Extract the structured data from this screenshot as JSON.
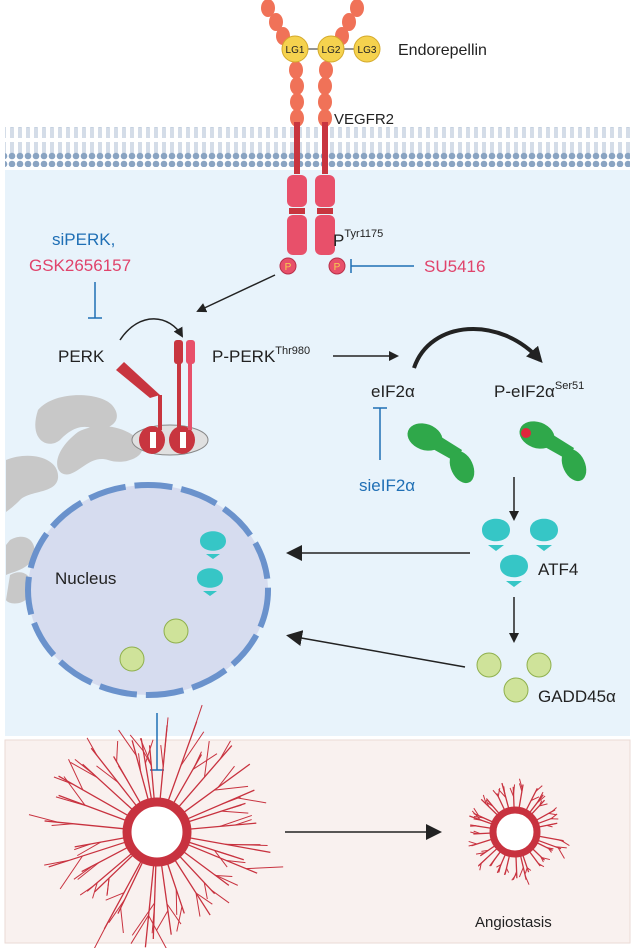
{
  "labels": {
    "endorepellin": "Endorepellin",
    "lg1": "LG1",
    "lg2": "LG2",
    "lg3": "LG3",
    "vegfr2": "VEGFR2",
    "p_base": "P",
    "p_sup": "Tyr1175",
    "p_circle": "P",
    "su5416": "SU5416",
    "siperk": "siPERK,",
    "gsk": "GSK2656157",
    "perk": "PERK",
    "pperk_base": "P-PERK",
    "pperk_sup": "Thr980",
    "eif2a": "eIF2α",
    "peif2a_base": "P-eIF2α",
    "peif2a_sup": "Ser51",
    "sieif2a": "sieIF2α",
    "atf4": "ATF4",
    "gadd45a": "GADD45α",
    "nucleus": "Nucleus",
    "angiostasis": "Angiostasis"
  },
  "colors": {
    "receptor": "#f07258",
    "receptor_dark": "#c8353f",
    "kinase": "#e8506a",
    "lg_fill": "#f5d24e",
    "membrane": "#8aa4c2",
    "cell_bg": "#e8f3fb",
    "bottom_bg": "#f9f1ef",
    "nucleus_fill": "#d6dcef",
    "nucleus_border": "#6a92cc",
    "atf4": "#36c6c6",
    "gadd": "#cfe39a",
    "eif": "#2fa84a",
    "er": "#c8c8c8",
    "inhibitor_blue": "#1f6fb5",
    "inhibitor_pink": "#e0436b",
    "vessel": "#c8323f"
  }
}
